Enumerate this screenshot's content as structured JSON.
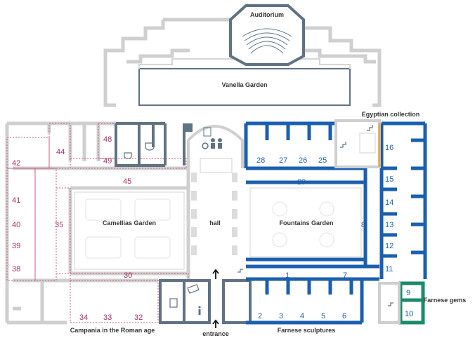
{
  "labels": {
    "auditorium": "Auditorium",
    "vanella_garden": "Vanella Garden",
    "egyptian_collection": "Egyptian collection",
    "camellias_garden": "Camellias Garden",
    "hall": "hall",
    "fountains_garden": "Fountains Garden",
    "farnese_gems": "Farnese gems",
    "campania_roman_age": "Campania in the Roman age",
    "entrance": "entrance",
    "farnese_sculptures": "Farnese sculptures"
  },
  "rooms_red": [
    "48",
    "49",
    "44",
    "42",
    "45",
    "41",
    "40",
    "35",
    "39",
    "38",
    "30",
    "34",
    "33",
    "32"
  ],
  "rooms_blue": [
    "28",
    "27",
    "26",
    "25",
    "16",
    "29",
    "15",
    "14",
    "8",
    "13",
    "12",
    "11",
    "1",
    "7",
    "2",
    "3",
    "4",
    "5",
    "6"
  ],
  "rooms_green": [
    "9",
    "10"
  ],
  "colors": {
    "grey_wall": "#c9c9c9",
    "dark_wall": "#5f7384",
    "blue_wall": "#1a5fb0",
    "red_dash": "#d05a78",
    "green_wall": "#1a8a6a",
    "orange_accent": "#e8a64a"
  },
  "icons": [
    "elevator-icon",
    "stairs-icon",
    "wheelchair-icon",
    "restroom-icon",
    "cafe-icon",
    "tickets-icon",
    "locker-icon",
    "info-icon"
  ]
}
